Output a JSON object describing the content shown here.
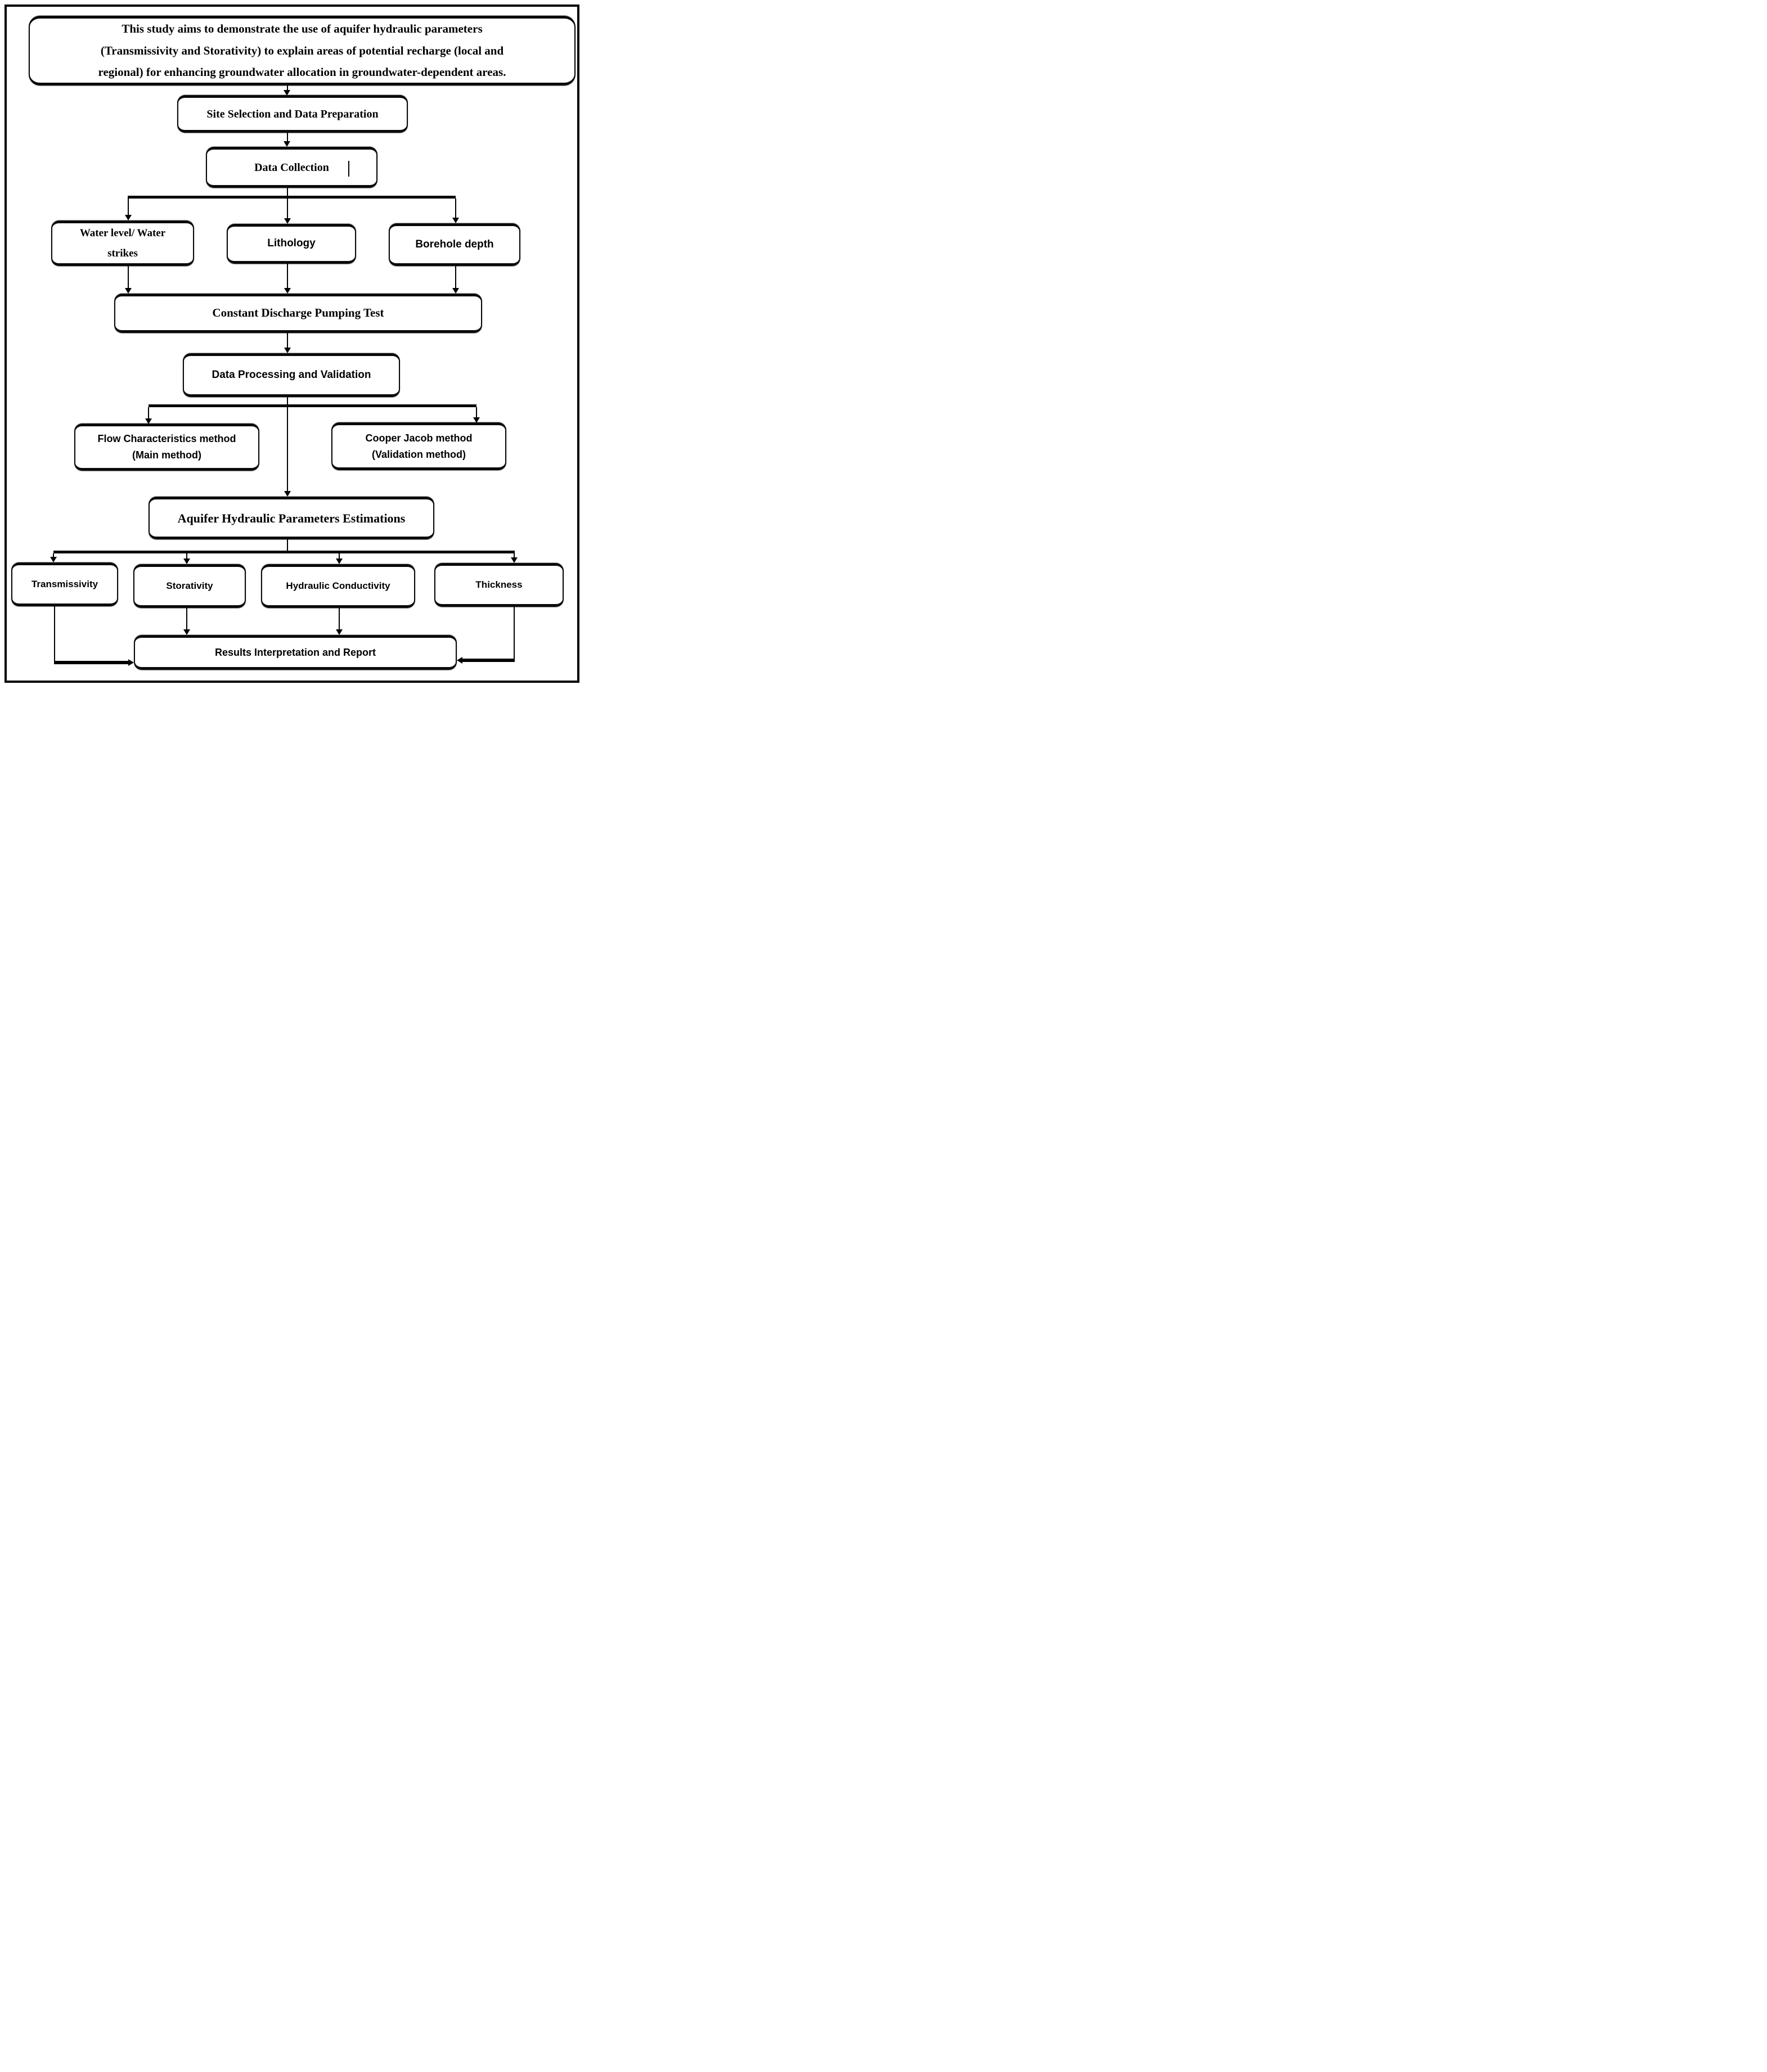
{
  "flowchart": {
    "aim_lines": [
      "This study aims to demonstrate the use of aquifer hydraulic parameters",
      "(Transmissivity and Storativity) to explain areas of potential recharge (local and",
      "regional) for enhancing groundwater allocation in groundwater-dependent areas."
    ],
    "nodes": {
      "site_selection": "Site Selection and Data Preparation",
      "data_collection": "Data Collection",
      "water_level": "Water level/ Water strikes",
      "lithology": "Lithology",
      "borehole_depth": "Borehole depth",
      "pumping_test": "Constant Discharge Pumping Test",
      "data_processing": "Data Processing and Validation",
      "flow_method": "Flow Characteristics method",
      "flow_method_note": "(Main method)",
      "cooper_method": "Cooper Jacob method",
      "cooper_method_note": "(Validation method)",
      "aquifer_estimations": "Aquifer Hydraulic Parameters Estimations",
      "transmissivity": "Transmissivity",
      "storativity": "Storativity",
      "hydraulic_conductivity": "Hydraulic Conductivity",
      "thickness": "Thickness",
      "results": "Results Interpretation and Report"
    },
    "colors": {
      "line": "#000000",
      "border": "#000000",
      "background": "#ffffff",
      "text": "#000000"
    }
  }
}
